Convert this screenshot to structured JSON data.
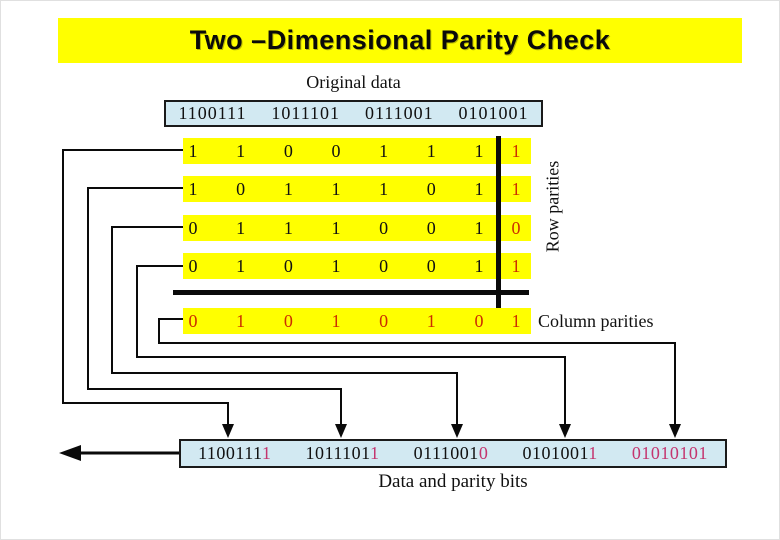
{
  "title": "Two –Dimensional Parity Check",
  "labels": {
    "original_data": "Original data",
    "row_parities": "Row parities",
    "column_parities": "Column parities",
    "data_and_parity": "Data and parity bits"
  },
  "colors": {
    "banner_yellow": "#ffff00",
    "row_yellow": "#ffff00",
    "box_blue": "#d2e9f2",
    "parity_red": "#cc2e00",
    "parity_pink": "#c4356f",
    "line_black": "#0a0a0a"
  },
  "original": {
    "groups": [
      "1100111",
      "1011101",
      "0111001",
      "0101001"
    ]
  },
  "matrix": {
    "rows": [
      {
        "bits": [
          "1",
          "1",
          "0",
          "0",
          "1",
          "1",
          "1"
        ],
        "parity": "1"
      },
      {
        "bits": [
          "1",
          "0",
          "1",
          "1",
          "1",
          "0",
          "1"
        ],
        "parity": "1"
      },
      {
        "bits": [
          "0",
          "1",
          "1",
          "1",
          "0",
          "0",
          "1"
        ],
        "parity": "0"
      },
      {
        "bits": [
          "0",
          "1",
          "0",
          "1",
          "0",
          "0",
          "1"
        ],
        "parity": "1"
      }
    ],
    "column_parities": {
      "bits": [
        "0",
        "1",
        "0",
        "1",
        "0",
        "1",
        "0"
      ],
      "parity": "1"
    }
  },
  "output": {
    "groups": [
      {
        "data": "1100111",
        "parity": "1"
      },
      {
        "data": "1011101",
        "parity": "1"
      },
      {
        "data": "0111001",
        "parity": "0"
      },
      {
        "data": "0101001",
        "parity": "1"
      },
      {
        "data": "",
        "parity": "01010101"
      }
    ]
  }
}
